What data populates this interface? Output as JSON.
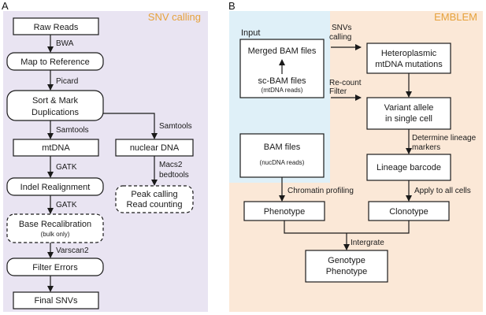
{
  "panel_a": {
    "letter": "A",
    "title": "SNV calling",
    "bg_color": "#e9e4f2",
    "nodes": {
      "raw_reads": "Raw Reads",
      "map_ref": "Map to Reference",
      "sort_mark_1": "Sort & Mark",
      "sort_mark_2": "Duplications",
      "mtdna": "mtDNA",
      "nuclear": "nuclear DNA",
      "indel": "Indel Realignment",
      "base_recal": "Base Recalibration",
      "bulk_only": "(bulk only)",
      "peak_1": "Peak calling",
      "peak_2": "Read counting",
      "filter": "Filter Errors",
      "final": "Final SNVs"
    },
    "edges": {
      "bwa": "BWA",
      "picard": "Picard",
      "samtools_left": "Samtools",
      "samtools_right": "Samtools",
      "gatk_1": "GATK",
      "gatk_2": "GATK",
      "macs2": "Macs2",
      "bedtools": "bedtools",
      "varscan": "Varscan2"
    }
  },
  "panel_b": {
    "letter": "B",
    "title": "EMBLEM",
    "bg_color": "#fbe8d7",
    "input_bg_color": "#dff0f8",
    "input_label": "Input",
    "nodes": {
      "merged_bam": "Merged BAM files",
      "sc_bam": "sc-BAM files",
      "mtdna_reads": "(mtDNA reads)",
      "bam_files": "BAM files",
      "nucdna_reads": "(nucDNA reads)",
      "hetero_1": "Heteroplasmic",
      "hetero_2": "mtDNA mutations",
      "variant_1": "Variant allele",
      "variant_2": "in single cell",
      "lineage": "Lineage barcode",
      "phenotype": "Phenotype",
      "clonotype": "Clonotype",
      "geno_1": "Genotype",
      "geno_2": "Phenotype"
    },
    "edges": {
      "snvs_1": "SNVs",
      "snvs_2": "calling",
      "recount_1": "Re-count",
      "recount_2": "Filter",
      "determine_1": "Determine lineage",
      "determine_2": "markers",
      "chromatin": "Chromatin profiling",
      "apply": "Apply to all cells",
      "integrate": "Intergrate"
    }
  }
}
